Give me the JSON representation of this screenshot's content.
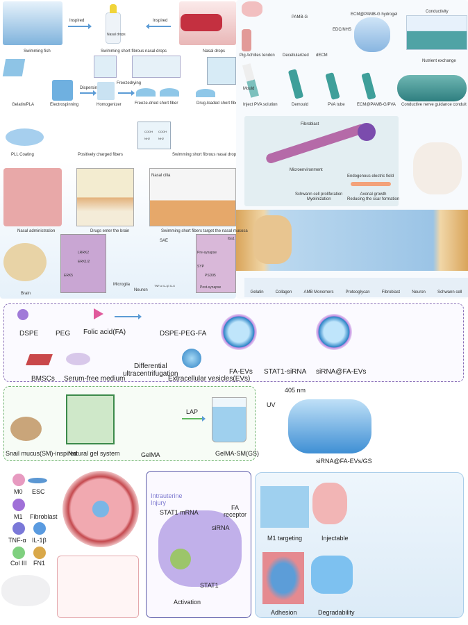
{
  "panel_nasal": {
    "inspired_left": "Inspired",
    "inspired_right": "Inspired",
    "swimming_fish": "Swimming fish",
    "nasal_drops_bottle": "Nasal drops",
    "swimming_drops_top": "Swimming short fibrous nasal drops",
    "nasal_drops": "Nasal drops",
    "gelatin_pla": "Gelatin/PLA",
    "electrospinning": "Electrospinning",
    "dispersing": "Dispersing",
    "homogenizer": "Homogenizer",
    "freezedrying": "Freezedrying",
    "freeze_dried": "Freeze-dried short fiber",
    "drug_loaded": "Drug-loaded short fiber",
    "pll_coating": "PLL Coating",
    "positively_charged": "Positively charged fibers",
    "swimming_drops_bottom": "Swimming short fibrous nasal drops",
    "cooh_1": "COOH",
    "cooh_2": "COOH",
    "nh2_1": "NH2",
    "nh2_2": "NH2"
  },
  "panel_brain": {
    "nasal_administration": "Nasal administration",
    "drugs_enter": "Drugs enter the brain",
    "nasal_cilia": "Nasal cilia",
    "target_mucosa": "Swimming short fibers target the nasal mucosa",
    "brain": "Brain",
    "erk12": "ERK1/2",
    "lrrk2": "LRRK2",
    "erk5": "ERK5",
    "microglia": "Microglia",
    "neuron": "Neuron",
    "sae": "SAE",
    "pre_synapse": "Pre-synapse",
    "syp": "SYP",
    "psd95": "PSD95",
    "post_synapse": "Post-synapse",
    "iba1": "Iba1",
    "cytokines": "TNF-α IL-1β IL-6"
  },
  "panel_conduit": {
    "pamb_g": "PAMB-G",
    "pig_tendon": "Pig Achilles tendon",
    "decellularized": "Decellularized",
    "decm": "dECM",
    "edc_nhs": "EDC/NHS",
    "hydrogel": "ECM@PAMB-G hydrogel",
    "conductivity": "Conductivity",
    "nutrient": "Nutrient exchange",
    "mould": "Mould",
    "inject_pva": "Inject PVA solution",
    "demould": "Demould",
    "pva_tube": "PVA tube",
    "ecm_pva": "ECM@PAMB-G/PVA",
    "conduit": "Conductive nerve guidance conduit",
    "fibroblast": "Fibroblast",
    "microenvironment": "Microenvironment",
    "electric_field": "Endogenous electric field",
    "schwann": "Schwann cell proliferation",
    "myelinization": "Myelinization",
    "axonal": "Axonal growth",
    "scar": "Reducing the scar formation",
    "legend": [
      "Gelatin",
      "Collagen",
      "AMB Monomers",
      "Proteoglycan",
      "Fibroblast",
      "Neuron",
      "Schwann cell"
    ]
  },
  "panel_evs": {
    "dspe": "DSPE",
    "peg": "PEG",
    "fa": "Folic acid(FA)",
    "dspe_peg_fa": "DSPE-PEG-FA",
    "bmscs": "BMSCs",
    "serum_free": "Serum-free medium",
    "differential": "Differential",
    "ultracentrifugation": "ultracentrifugation",
    "evs": "Extracellular vesicles(EVs)",
    "fa_evs": "FA-EVs",
    "stat1_sirna": "STAT1-siRNA",
    "sirna_fa_evs": "siRNA@FA-EVs"
  },
  "panel_gel": {
    "snail": "Snail mucus(SM)-inspired",
    "natural_gel": "Natural gel system",
    "gelma": "GelMA",
    "lap": "LAP",
    "gelma_sm": "GelMA-SM(GS)",
    "uv": "UV",
    "wavelength": "405 nm",
    "product": "siRNA@FA-EVs/GS"
  },
  "panel_uterus": {
    "legend": [
      "M0",
      "ESC",
      "M1",
      "Fibroblast",
      "TNF-α",
      "IL-1β",
      "Col III",
      "FN1"
    ],
    "intrauterine": "Intrauterine",
    "injury": "Injury",
    "stat1_mrna": "STAT1 mRNA",
    "fa": "FA",
    "receptor": "receptor",
    "sirna": "siRNA",
    "stat1": "STAT1",
    "activation": "Activation",
    "properties": [
      "M1 targeting",
      "Injectable",
      "Adhesion",
      "Degradability"
    ]
  },
  "colors": {
    "purple_border": "#8a6fb8",
    "green_border": "#6fb36f",
    "blue_panel": "#cfe3f5",
    "arrow": "#5b9bd5"
  }
}
